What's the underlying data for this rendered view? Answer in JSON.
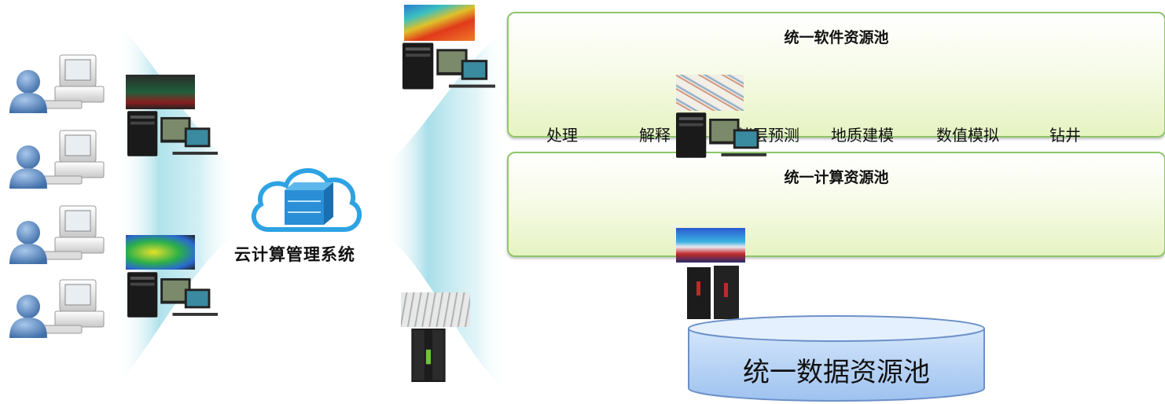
{
  "cloud_system": {
    "label": "云计算管理系统"
  },
  "software_pool": {
    "title": "统一软件资源池",
    "apps": [
      "处理",
      "解释",
      "储层预测",
      "地质建模",
      "数值模拟",
      "钻井"
    ]
  },
  "compute_pool": {
    "title": "统一计算资源池"
  },
  "data_pool": {
    "title": "统一数据资源池"
  },
  "icons": {
    "user": "user-icon",
    "desktop": "desktop-computer-icon",
    "workstation": "workstation-icon",
    "server": "server-rack-icon",
    "cloud": "cloud-server-icon",
    "database": "database-cylinder-icon"
  },
  "colors": {
    "glow": "#8fd3e0",
    "pool_border": "#8ec66a",
    "pool_fill": "#e6f3c2",
    "cloud": "#2ea3e3",
    "database_fill": "#a9c9f2"
  }
}
